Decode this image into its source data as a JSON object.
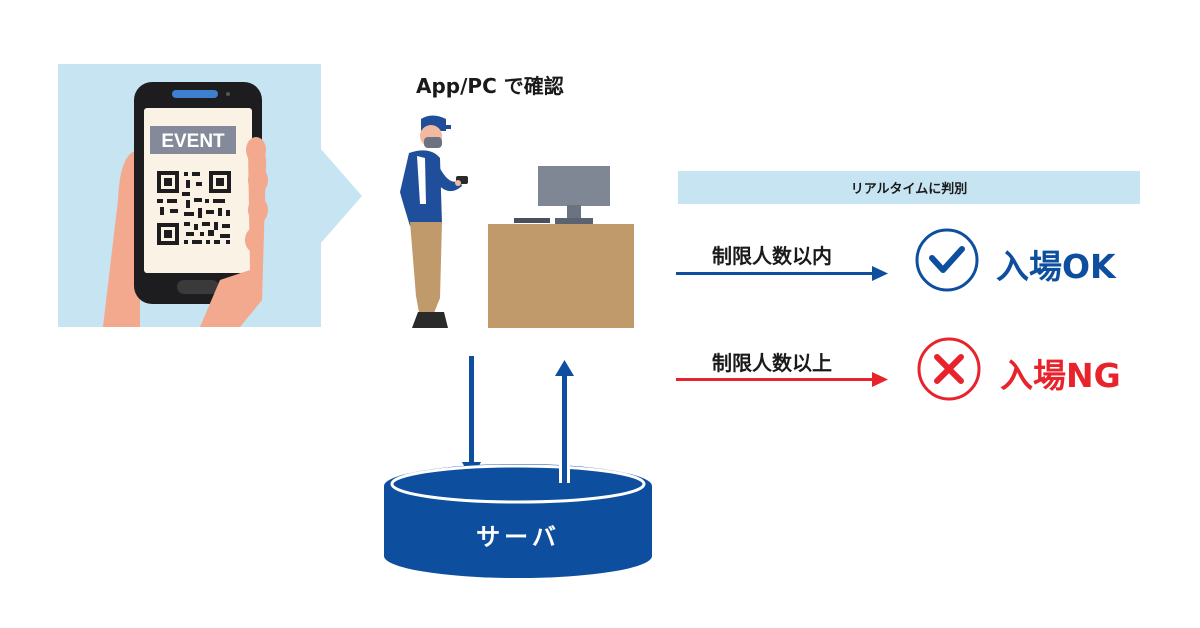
{
  "check_label": "App/PC で確認",
  "judge_banner": "リアルタイムに判別",
  "within": {
    "condition": "制限人数以内",
    "result": "入場OK"
  },
  "over": {
    "condition": "制限人数以上",
    "result": "入場NG"
  },
  "server_label": "サーバ",
  "phone_badge": "EVENT",
  "colors": {
    "blue": "#0d4f9e",
    "red": "#e8232c",
    "light_blue": "#c6e4f1",
    "desk": "#c19a6b",
    "monitor": "#7f8794"
  }
}
